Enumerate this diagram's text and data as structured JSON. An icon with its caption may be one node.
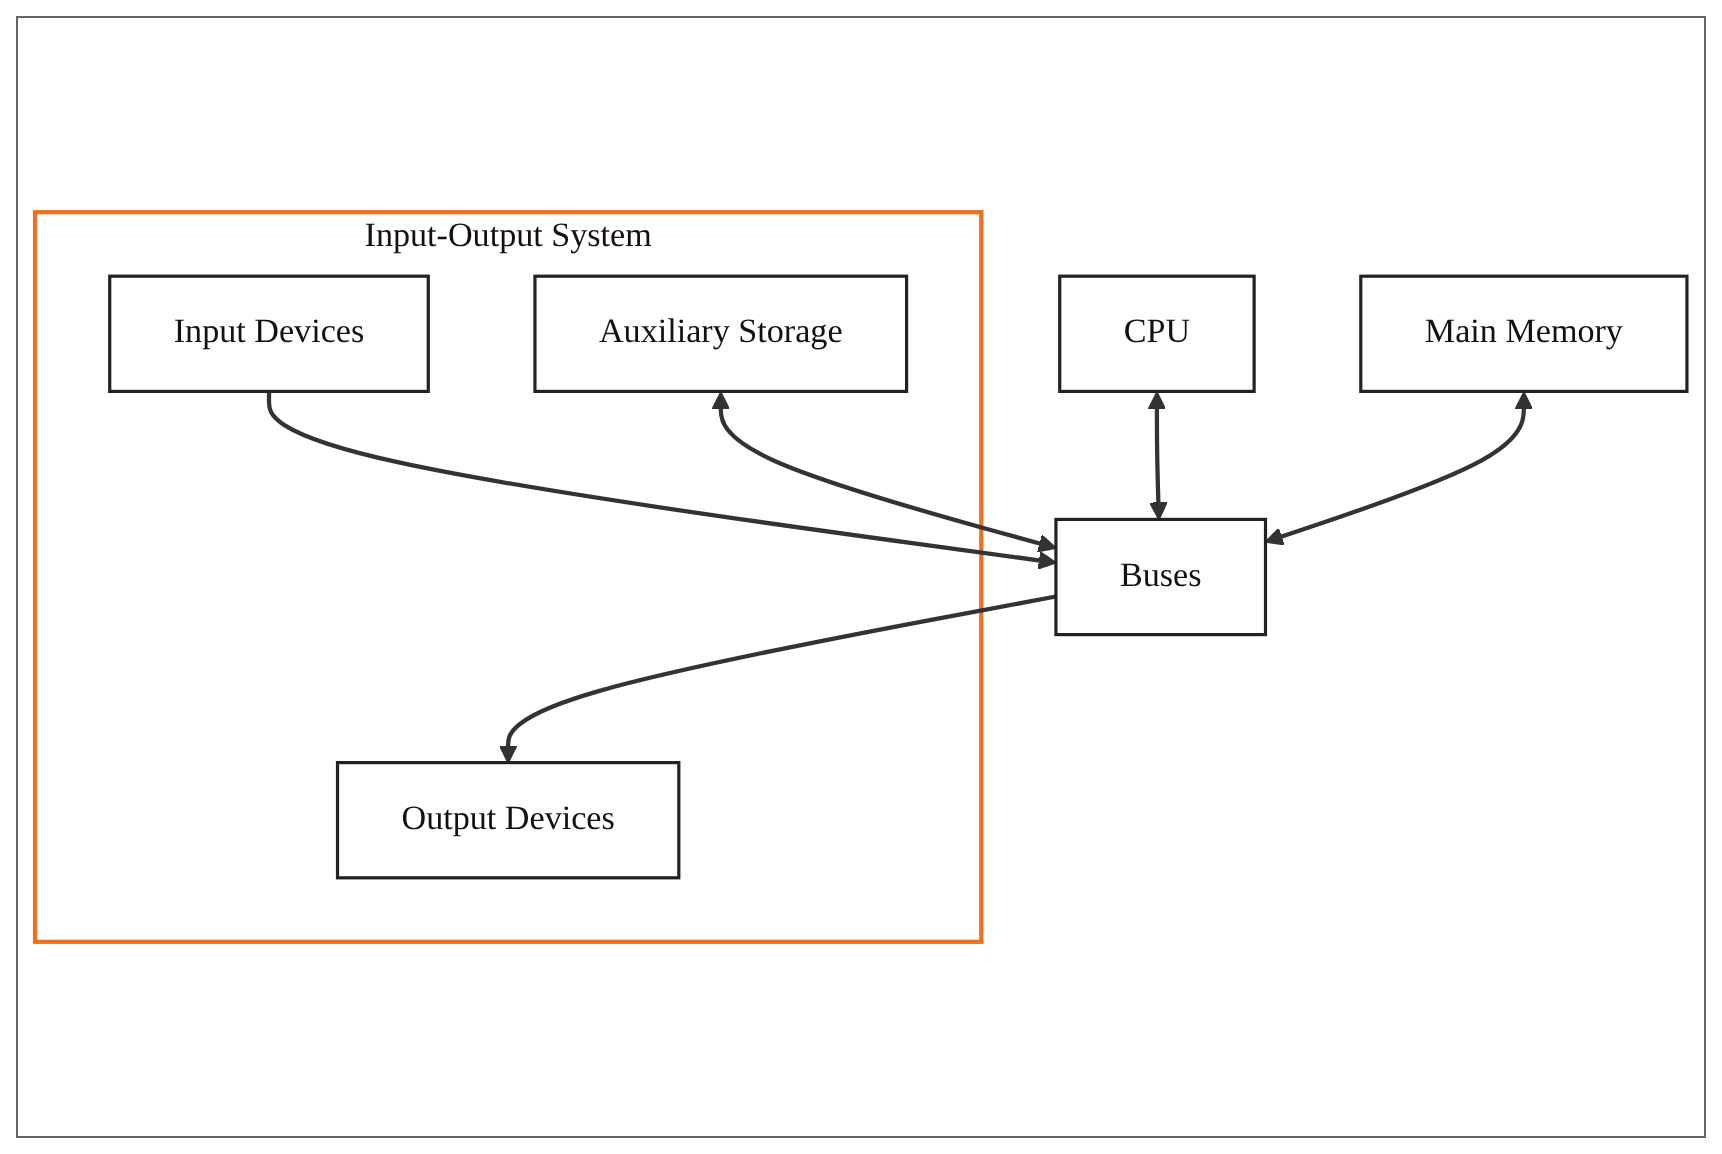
{
  "diagram": {
    "nodes": [
      {
        "text": [
          "CPU"
        ]
      },
      {
        "text": [
          "Main Memory"
        ]
      },
      {
        "text": [
          "Buses"
        ]
      },
      {
        "text": [
          "Input-Output System"
        ]
      },
      {
        "text": [
          "Input Devices"
        ],
        "in": 3
      },
      {
        "text": [
          "Auxiliary Storage"
        ],
        "in": 3
      },
      {
        "text": [
          "Output Devices"
        ],
        "in": 3
      }
    ],
    "edges": [
      {
        "from": 0,
        "to": 2,
        "arrow": "both"
      },
      {
        "from": 1,
        "to": 2,
        "arrow": "both"
      },
      {
        "from": 4,
        "to": 2,
        "arrow": "to"
      },
      {
        "from": 5,
        "to": 2,
        "arrow": "both"
      },
      {
        "from": 2,
        "to": 6,
        "arrow": "to"
      }
    ]
  }
}
